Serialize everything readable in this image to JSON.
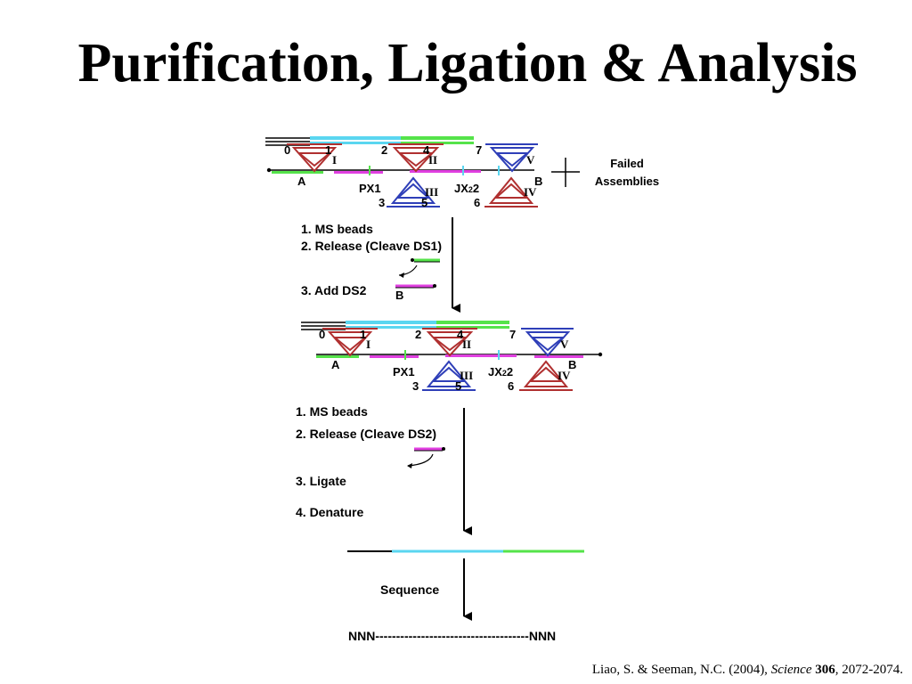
{
  "title": "Purification, Ligation & Analysis",
  "citation": {
    "authors": "Liao, S. & Seeman, N.C. (2004), ",
    "journal": "Science",
    "volume": "306",
    "pages": ", 2072-2074."
  },
  "assembly_top": {
    "numbers": [
      "0",
      "1",
      "2",
      "4",
      "7",
      "3",
      "5",
      "6"
    ],
    "romans": [
      "I",
      "II",
      "III",
      "IV",
      "V"
    ],
    "labels": {
      "a": "A",
      "b": "B",
      "px1": "PX1",
      "jx2_main": "JX",
      "jx2_sub": "2",
      "jx2_tail": "2"
    }
  },
  "failed": {
    "line1": "Failed",
    "line2": "Assemblies"
  },
  "steps_1": {
    "ms_beads": "1. MS beads",
    "release": "2. Release (Cleave DS1)",
    "add_ds2": "3. Add DS2",
    "b_label": "B"
  },
  "assembly_mid": {
    "numbers": [
      "0",
      "1",
      "2",
      "4",
      "7",
      "3",
      "5",
      "6"
    ],
    "romans": [
      "I",
      "II",
      "III",
      "IV",
      "V"
    ],
    "labels": {
      "a": "A",
      "b": "B",
      "px1": "PX1",
      "jx2_main": "JX",
      "jx2_sub": "2",
      "jx2_tail": "2"
    }
  },
  "steps_2": {
    "ms_beads": "1. MS beads",
    "release": "2. Release (Cleave DS2)",
    "ligate": "3. Ligate",
    "denature": "4. Denature"
  },
  "sequence": {
    "label": "Sequence",
    "readout": "NNN-------------------------------------NNN"
  },
  "colors": {
    "black": "#000000",
    "cyan": "#5ad6f0",
    "green": "#55e34a",
    "magenta": "#e040e0",
    "red": "#b03030",
    "blue": "#2f3fb8"
  },
  "icons": [
    "down-arrow-icon",
    "curved-arrow-icon",
    "cross-icon"
  ]
}
